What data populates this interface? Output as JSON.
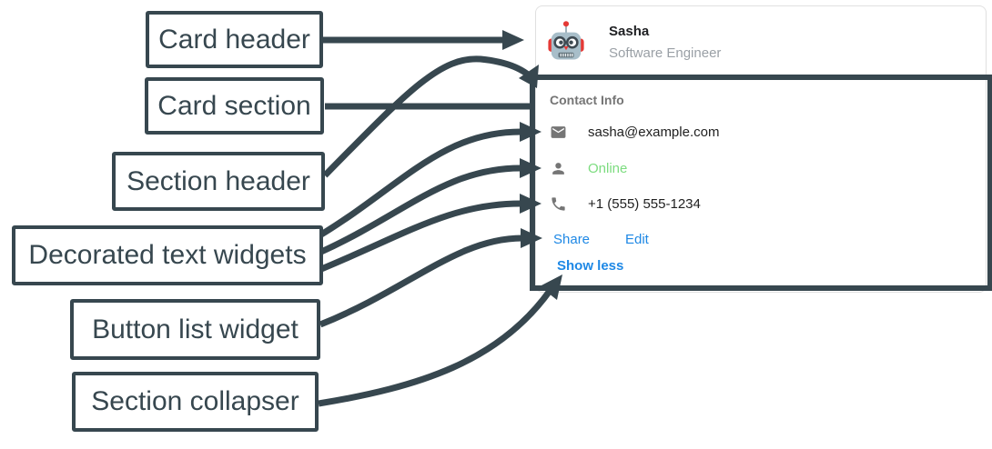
{
  "diagram": {
    "labels": [
      "Card header",
      "Card section",
      "Section header",
      "Decorated text widgets",
      "Button list widget",
      "Section collapser"
    ],
    "annotation_color": "#37474F"
  },
  "card": {
    "header": {
      "avatar_icon": "robot-avatar-icon",
      "name": "Sasha",
      "subtitle": "Software Engineer"
    },
    "section": {
      "title": "Contact Info",
      "rows": [
        {
          "icon": "email-icon",
          "text": "sasha@example.com",
          "color": "#212121"
        },
        {
          "icon": "person-icon",
          "text": "Online",
          "color": "#7CDC7F"
        },
        {
          "icon": "phone-icon",
          "text": "+1 (555) 555-1234",
          "color": "#212121"
        }
      ],
      "buttons": [
        {
          "label": "Share"
        },
        {
          "label": "Edit"
        }
      ],
      "collapse_label": "Show less"
    }
  },
  "colors": {
    "annotation": "#37474F",
    "card_border": "#E0E0E0",
    "link_blue": "#1E88E5",
    "online_green": "#7CDC7F",
    "text_primary": "#212121",
    "text_secondary": "#9AA0A6",
    "icon_gray": "#757575"
  }
}
